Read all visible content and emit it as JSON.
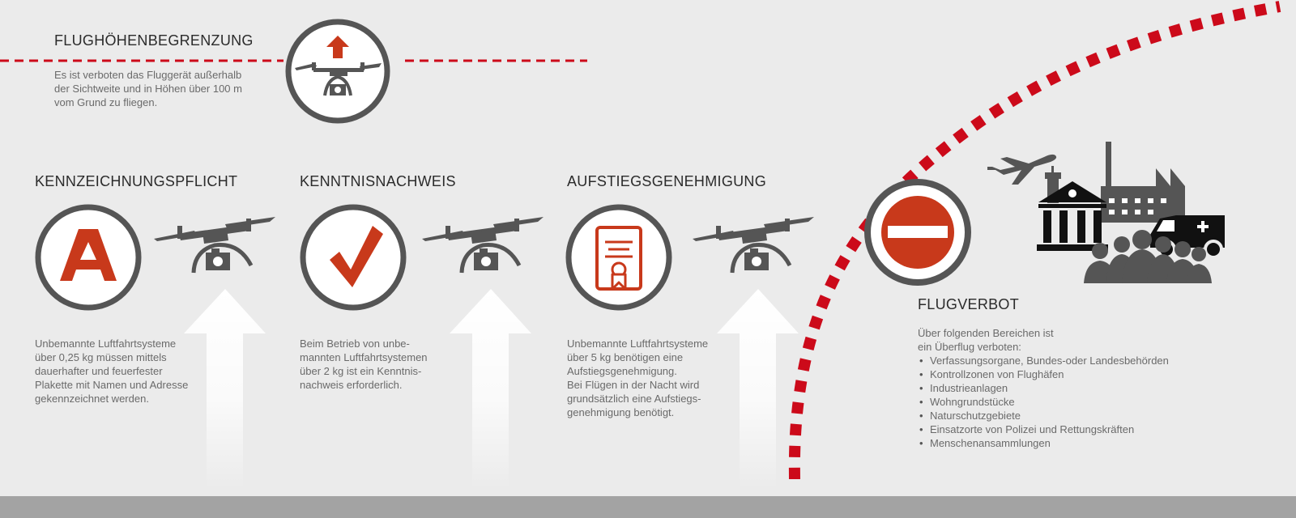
{
  "colors": {
    "background": "#ebebeb",
    "accent_red": "#c8391b",
    "dash_red": "#cc0a1a",
    "icon_gray": "#555555",
    "text_dark": "#2b2b2b",
    "text_body": "#6a6a6a",
    "bottom_bar": "#a3a3a3"
  },
  "height_limit": {
    "title": "FLUGHÖHENBEGRENZUNG",
    "text": "Es ist verboten das Fluggerät außerhalb\nder Sichtweite und in Höhen über 100 m\nvom Grund zu fliegen.",
    "icon": "drone-up-arrow-icon"
  },
  "sections": [
    {
      "title": "KENNZEICHNUNGSPFLICHT",
      "icon": "letter-a-icon",
      "icon_glyph": "A",
      "text": "Unbemannte Luftfahrtsysteme\nüber 0,25 kg müssen mittels\ndauerhafter und feuerfester\nPlakette mit Namen und Adresse\ngekennzeichnet werden."
    },
    {
      "title": "KENNTNISNACHWEIS",
      "icon": "checkmark-icon",
      "text": "Beim Betrieb von unbe-\nmannten Luftfahrtsystemen\nüber 2 kg ist ein Kenntnis-\nnachweis erforderlich."
    },
    {
      "title": "AUFSTIEGSGENEHMIGUNG",
      "icon": "certificate-icon",
      "text": "Unbemannte Luftfahrtsysteme\nüber 5 kg benötigen eine\nAufstiegsgenehmigung.\nBei Flügen in der Nacht wird\ngrundsätzlich eine Aufstiegs-\ngenehmigung  benötigt."
    }
  ],
  "no_fly": {
    "title": "FLUGVERBOT",
    "intro": "Über folgenden Bereichen ist\nein Überflug verboten:",
    "items": [
      "Verfassungsorgane, Bundes-oder Landesbehörden",
      "Kontrollzonen von Flughäfen",
      "Industrieanlagen",
      "Wohngrundstücke",
      "Naturschutzgebiete",
      "Einsatzorte von Polizei und Rettungskräften",
      "Menschenansammlungen"
    ],
    "icons": [
      "no-entry-icon",
      "airplane-icon",
      "control-tower-icon",
      "government-building-icon",
      "factory-icon",
      "ambulance-icon",
      "crowd-icon"
    ]
  }
}
